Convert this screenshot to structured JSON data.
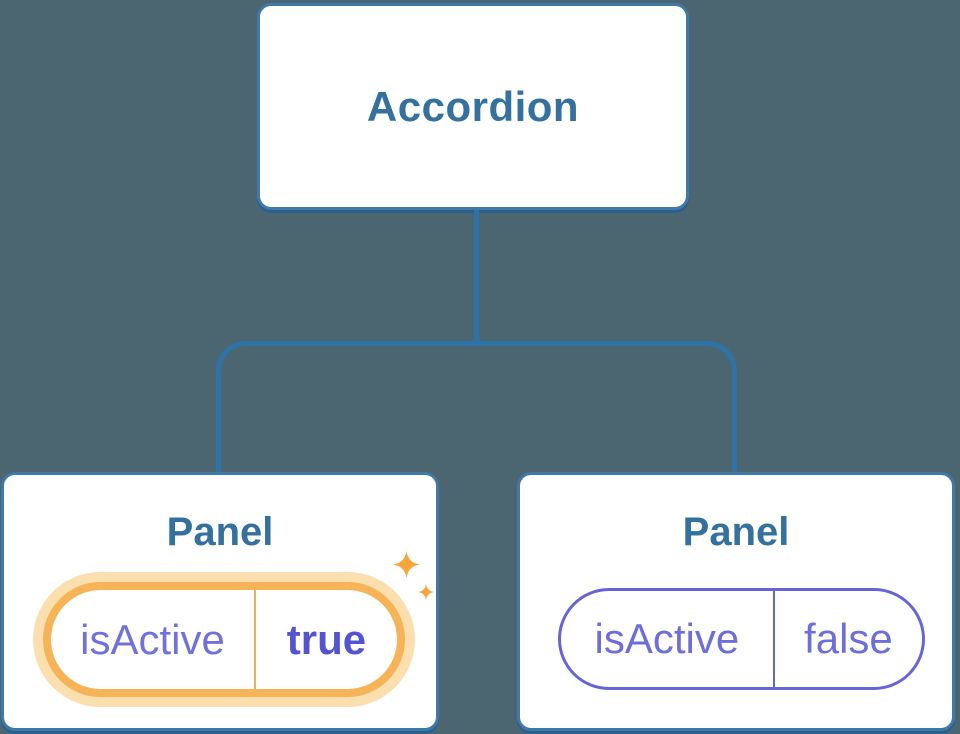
{
  "diagram": {
    "root": {
      "label": "Accordion"
    },
    "panels": [
      {
        "title": "Panel",
        "state_key": "isActive",
        "state_value": "true",
        "active": true
      },
      {
        "title": "Panel",
        "state_key": "isActive",
        "state_value": "false",
        "active": false
      }
    ]
  },
  "icons": {
    "sparkles": "sparkles-icon"
  },
  "colors": {
    "background": "#4b6671",
    "node-fill": "#ffffff",
    "node-border": "#3e79a8",
    "node-shadow": "#2b5f8e",
    "node-text": "#35719e",
    "connector": "#2e73a8",
    "active-border": "#f6b357",
    "active-glow": "#fbdfae",
    "active-divider": "#f2ac52",
    "sparkle": "#f5a73e",
    "state-key-text": "#7171dd",
    "state-value-active-text": "#5454d0",
    "inactive-border": "#6565d8",
    "inactive-text": "#6e6eda"
  }
}
